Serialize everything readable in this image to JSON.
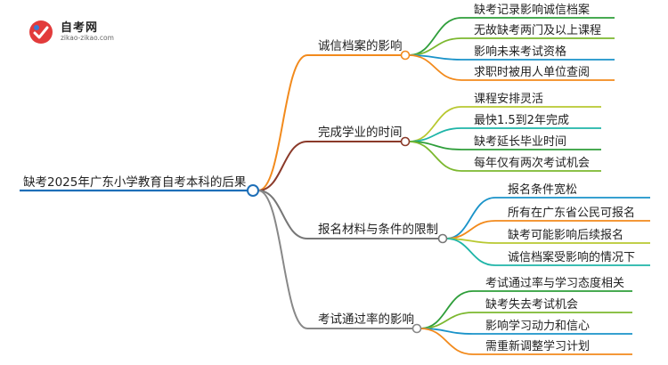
{
  "logo": {
    "title": "自考网",
    "subtitle": "zikao-zikao.com"
  },
  "mindmap": {
    "root": "缺考2025年广东小学教育自考本科的后果",
    "branches": [
      {
        "label": "诚信档案的影响",
        "color": "#f28a1c",
        "leaves": [
          "缺考记录影响诚信档案",
          "无故缺考两门及以上课程",
          "影响未来考试资格",
          "求职时被用人单位查阅"
        ]
      },
      {
        "label": "完成学业的时间",
        "color": "#8b3a2a",
        "leaves": [
          "课程安排灵活",
          "最快1.5到2年完成",
          "缺考延长毕业时间",
          "每年仅有两次考试机会"
        ]
      },
      {
        "label": "报名材料与条件的限制",
        "color": "#777777",
        "leaves": [
          "报名条件宽松",
          "所有在广东省公民可报名",
          "缺考可能影响后续报名",
          "诚信档案受影响的情况下"
        ]
      },
      {
        "label": "考试通过率的影响",
        "color": "#888888",
        "leaves": [
          "考试通过率与学习态度相关",
          "缺考失去考试机会",
          "影响学习动力和信心",
          "需重新调整学习计划"
        ]
      }
    ]
  },
  "colors": {
    "root_line": "#1e6fb8",
    "leaf_colors": [
      "#2e9e3a",
      "#7cb82f",
      "#1a93c9",
      "#f28a1c",
      "#b8c830",
      "#1fb5a8"
    ]
  }
}
